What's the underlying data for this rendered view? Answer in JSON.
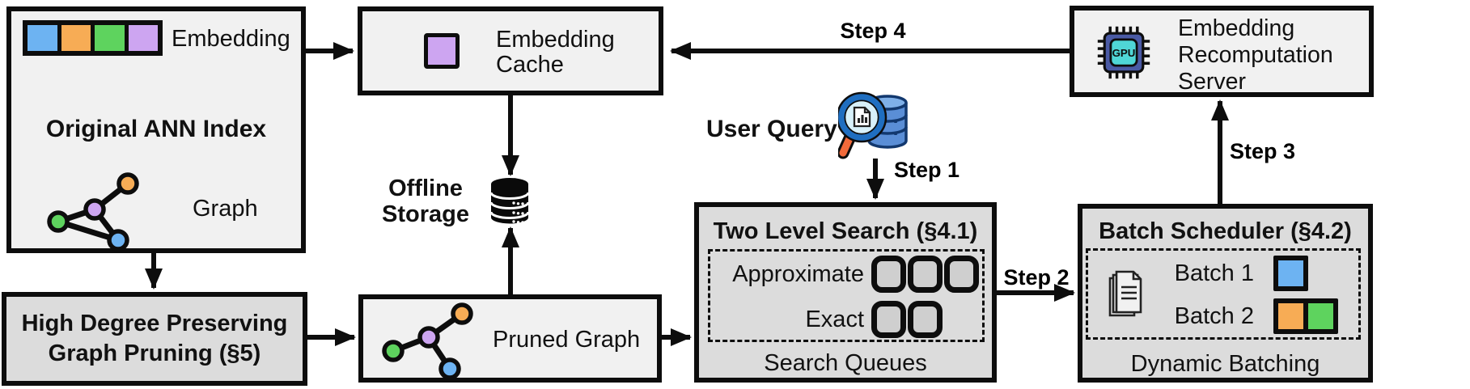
{
  "ann_index": {
    "embedding_label": "Embedding",
    "title": "Original ANN Index",
    "graph_label": "Graph"
  },
  "pruning": {
    "line1": "High Degree Preserving",
    "line2": "Graph Pruning (§5)"
  },
  "embedding_cache": {
    "line1": "Embedding",
    "line2": "Cache"
  },
  "offline_storage": {
    "line1": "Offline",
    "line2": "Storage"
  },
  "pruned_graph": {
    "label": "Pruned Graph"
  },
  "user_query": {
    "label": "User Query"
  },
  "two_level_search": {
    "title": "Two Level Search (§4.1)",
    "approximate_label": "Approximate",
    "exact_label": "Exact",
    "footer": "Search Queues"
  },
  "batch_scheduler": {
    "title": "Batch Scheduler (§4.2)",
    "batch1_label": "Batch 1",
    "batch2_label": "Batch 2",
    "footer": "Dynamic Batching"
  },
  "recompute_server": {
    "line1": "Embedding",
    "line2": "Recomputation",
    "line3": "Server",
    "chip_label": "GPU"
  },
  "steps": {
    "step1": "Step 1",
    "step2": "Step 2",
    "step3": "Step 3",
    "step4": "Step 4"
  },
  "colors": {
    "blue": "#6db3f2",
    "orange": "#f7ac55",
    "green": "#5ed35e",
    "purple": "#cda5f1",
    "box_light": "#f1f1f1",
    "box_dark": "#dcdcdc",
    "gpu_body": "#4a5aa5",
    "gpu_core": "#4fd6d6",
    "query_db_blue": "#5a8ed6",
    "magnifier_handle": "#f26a3a",
    "line_black": "#0d0d0d"
  }
}
